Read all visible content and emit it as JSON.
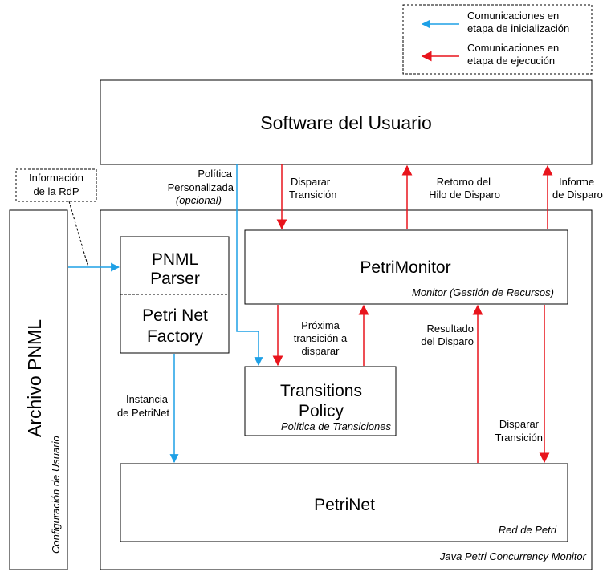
{
  "legend": {
    "init_line1": "Comunicaciones en",
    "init_line2": "etapa de inicialización",
    "exec_line1": "Comunicaciones en",
    "exec_line2": "etapa de ejecución"
  },
  "software": {
    "title": "Software del Usuario"
  },
  "rdp_note": {
    "line1": "Información",
    "line2": "de la RdP"
  },
  "pnml_file": {
    "title": "Archivo PNML",
    "subtitle": "Configuración de  Usuario"
  },
  "jpcm": {
    "caption": "Java Petri Concurrency Monitor"
  },
  "parser": {
    "line1": "PNML",
    "line2": "Parser",
    "line3": "Petri Net",
    "line4": "Factory"
  },
  "petrimonitor": {
    "title": "PetriMonitor",
    "subtitle": "Monitor (Gestión de Recursos)"
  },
  "policy": {
    "line1": "Transitions",
    "line2": "Policy",
    "subtitle": "Política de Transiciones"
  },
  "petrinet": {
    "title": "PetriNet",
    "subtitle": "Red de Petri"
  },
  "labels": {
    "politica_1": "Política",
    "politica_2": "Personalizada",
    "politica_3": "(opcional)",
    "disparar_1": "Disparar",
    "disparar_2": "Transición",
    "retorno_1": "Retorno del",
    "retorno_2": "Hilo de Disparo",
    "informe_1": "Informe",
    "informe_2": "de Disparo",
    "proxima_1": "Próxima",
    "proxima_2": "transición a",
    "proxima_3": "disparar",
    "resultado_1": "Resultado",
    "resultado_2": "del Disparo",
    "instancia_1": "Instancia",
    "instancia_2": "de PetriNet",
    "disparar_b1": "Disparar",
    "disparar_b2": "Transición"
  },
  "colors": {
    "init_arrow": "#1ea0e6",
    "exec_arrow": "#e8141c"
  }
}
